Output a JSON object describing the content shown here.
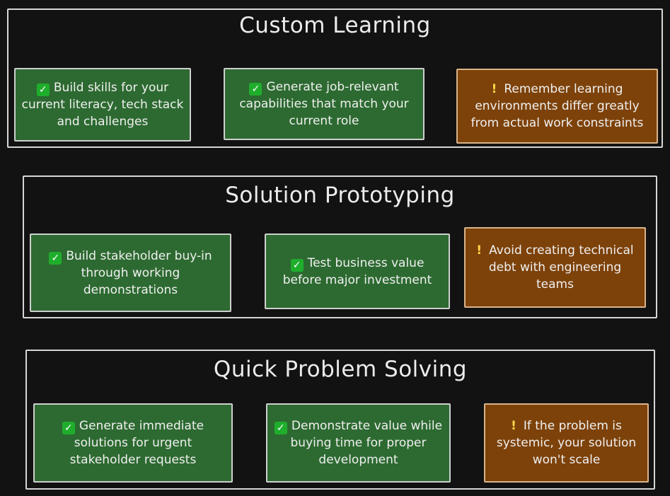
{
  "sections": [
    {
      "title": "Custom Learning",
      "cards": [
        {
          "kind": "pro",
          "text": "Build skills for your current literacy, tech stack and challenges"
        },
        {
          "kind": "pro",
          "text": "Generate job-relevant capabilities that match your current role"
        },
        {
          "kind": "con",
          "text": "Remember learning environments differ greatly from actual work constraints"
        }
      ]
    },
    {
      "title": "Solution Prototyping",
      "cards": [
        {
          "kind": "pro",
          "text": "Build stakeholder buy-in through working demonstrations"
        },
        {
          "kind": "pro",
          "text": "Test business value before major investment"
        },
        {
          "kind": "con",
          "text": "Avoid creating technical debt with engineering teams"
        }
      ]
    },
    {
      "title": "Quick Problem Solving",
      "cards": [
        {
          "kind": "pro",
          "text": "Generate immediate solutions for urgent stakeholder requests"
        },
        {
          "kind": "pro",
          "text": "Demonstrate value while buying time for proper development"
        },
        {
          "kind": "con",
          "text": "If the problem is systemic, your solution won't scale"
        }
      ]
    }
  ],
  "icons": {
    "pro": "check-icon",
    "con": "warning-icon"
  },
  "colors": {
    "background": "#121212",
    "pro_card": "#2d6a31",
    "con_card": "#7d420a",
    "check": "#1fae2c",
    "border": "#d6d6d6"
  }
}
